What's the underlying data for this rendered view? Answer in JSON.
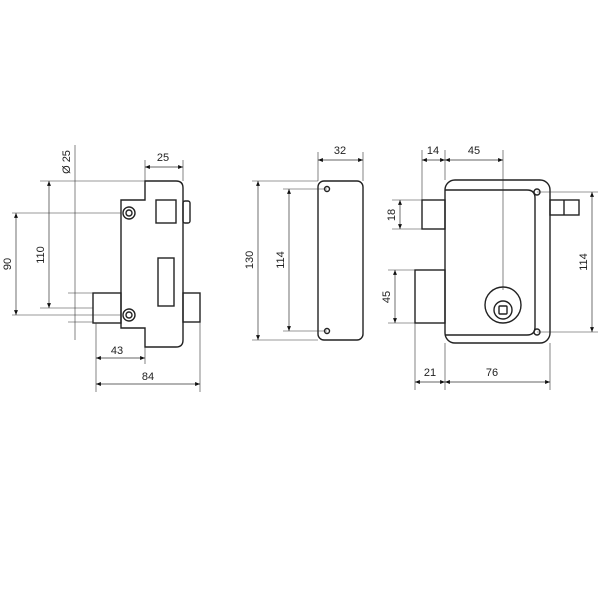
{
  "side_view": {
    "dia": "Ø 25",
    "d110": "110",
    "d90": "90",
    "d25": "25",
    "d43": "43",
    "d84": "84"
  },
  "strike_plate": {
    "d32": "32",
    "d130": "130",
    "d114": "114"
  },
  "front_view": {
    "d14": "14",
    "d45top": "45",
    "d18": "18",
    "d45": "45",
    "d114": "114",
    "d21": "21",
    "d76": "76"
  }
}
